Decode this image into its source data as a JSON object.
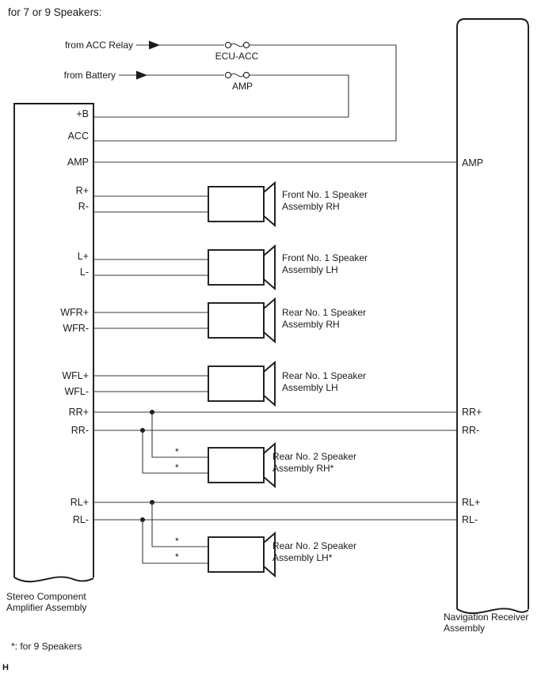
{
  "page": {
    "title": "for 7 or 9 Speakers:",
    "footnote": "*: for 9 Speakers",
    "page_marker": "H"
  },
  "sources": [
    {
      "label": "from ACC Relay",
      "fuse": "ECU-ACC"
    },
    {
      "label": "from Battery",
      "fuse": "AMP"
    }
  ],
  "amplifier": {
    "caption_line1": "Stereo Component",
    "caption_line2": "Amplifier Assembly",
    "terminals": [
      {
        "label": "+B"
      },
      {
        "label": "ACC"
      },
      {
        "label": "AMP"
      },
      {
        "label": "R+"
      },
      {
        "label": "R-"
      },
      {
        "label": "L+"
      },
      {
        "label": "L-"
      },
      {
        "label": "WFR+"
      },
      {
        "label": "WFR-"
      },
      {
        "label": "WFL+"
      },
      {
        "label": "WFL-"
      },
      {
        "label": "RR+"
      },
      {
        "label": "RR-"
      },
      {
        "label": "RL+"
      },
      {
        "label": "RL-"
      }
    ]
  },
  "navigation_receiver": {
    "caption_line1": "Navigation Receiver",
    "caption_line2": "Assembly",
    "terminals": [
      {
        "label": "AMP"
      },
      {
        "label": "RR+"
      },
      {
        "label": "RR-"
      },
      {
        "label": "RL+"
      },
      {
        "label": "RL-"
      }
    ]
  },
  "speakers": [
    {
      "line1": "Front No. 1 Speaker",
      "line2": "Assembly RH"
    },
    {
      "line1": "Front No. 1 Speaker",
      "line2": "Assembly LH"
    },
    {
      "line1": "Rear No. 1 Speaker",
      "line2": "Assembly RH"
    },
    {
      "line1": "Rear No. 1 Speaker",
      "line2": "Assembly LH"
    },
    {
      "line1": "Rear No. 2 Speaker",
      "line2": "Assembly RH*"
    },
    {
      "line1": "Rear No. 2 Speaker",
      "line2": "Assembly LH*"
    }
  ],
  "markers": {
    "asterisk": "*"
  },
  "colors": {
    "background": "#ffffff",
    "text": "#1a1a1a",
    "wire": "#3a3a3a",
    "box_outline": "#1a1a1a"
  }
}
